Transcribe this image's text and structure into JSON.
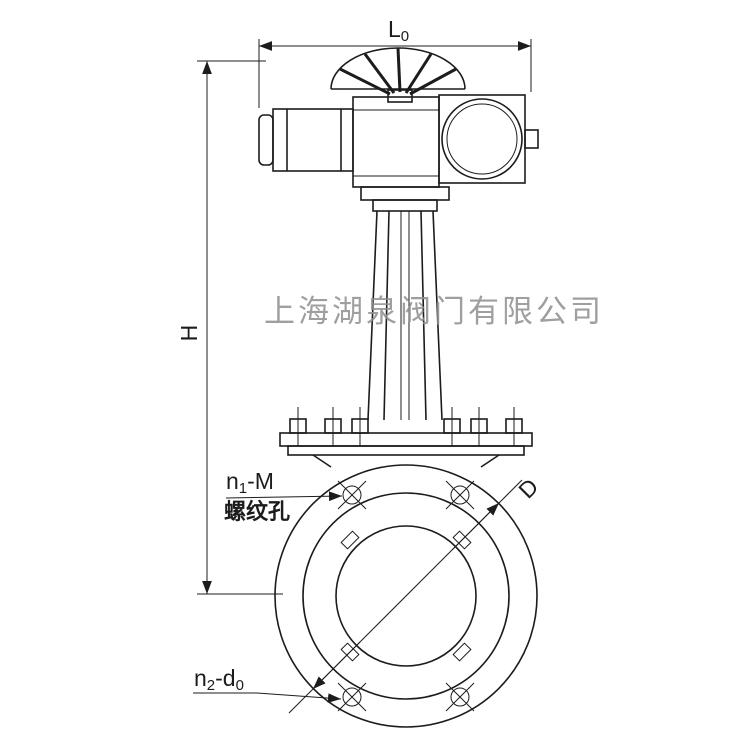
{
  "drawing": {
    "watermark": "上海湖泉阀门有限公司",
    "line_color": "#1c1c1c",
    "watermark_color": "#8f8f8f"
  },
  "labels": {
    "L0": {
      "base": "L",
      "sub": "0"
    },
    "H": "H",
    "D": "D",
    "n1": {
      "base": "n",
      "sub": "1",
      "suffix": "-M"
    },
    "n1_caption": "螺纹孔",
    "n2": {
      "base": "n",
      "sub": "2",
      "mid": "-d",
      "sub2": "0"
    }
  }
}
